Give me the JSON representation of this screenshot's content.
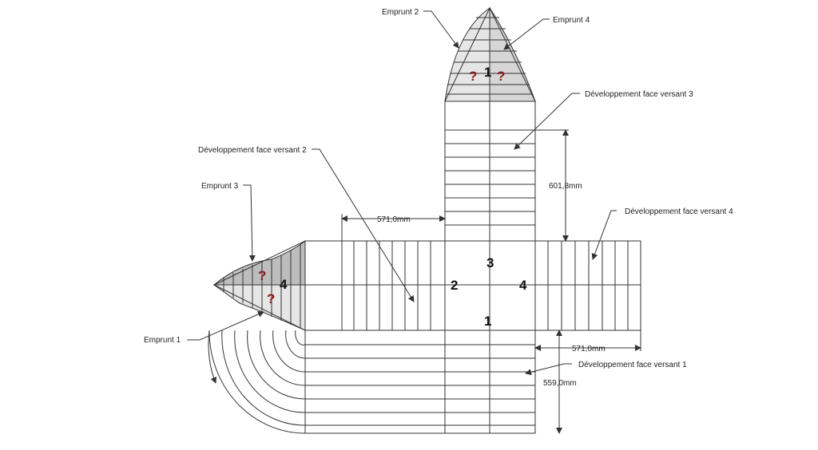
{
  "labels": {
    "emprunt1": "Emprunt 1",
    "emprunt2": "Emprunt 2",
    "emprunt3": "Emprunt 3",
    "emprunt4": "Emprunt 4",
    "face1": "Développement face versant 1",
    "face2": "Développement face versant 2",
    "face3": "Développement face versant 3",
    "face4": "Développement face versant 4"
  },
  "dimensions": {
    "top_width": "571,0mm",
    "right_width": "571,0mm",
    "top_height": "601,8mm",
    "bottom_height": "559,0mm"
  },
  "face_numbers": {
    "n1_top": "1",
    "n1": "1",
    "n2": "2",
    "n3": "3",
    "n4": "4",
    "n4_left": "4"
  },
  "question_marks": {
    "q_left_top": "?",
    "q_left_bottom": "?",
    "q_top_left": "?",
    "q_top_right": "?"
  },
  "colors": {
    "line": "#333333",
    "shade_light": "#e6e6e6",
    "shade_dark": "#bdbdbd",
    "question": "#8b1a1a"
  }
}
